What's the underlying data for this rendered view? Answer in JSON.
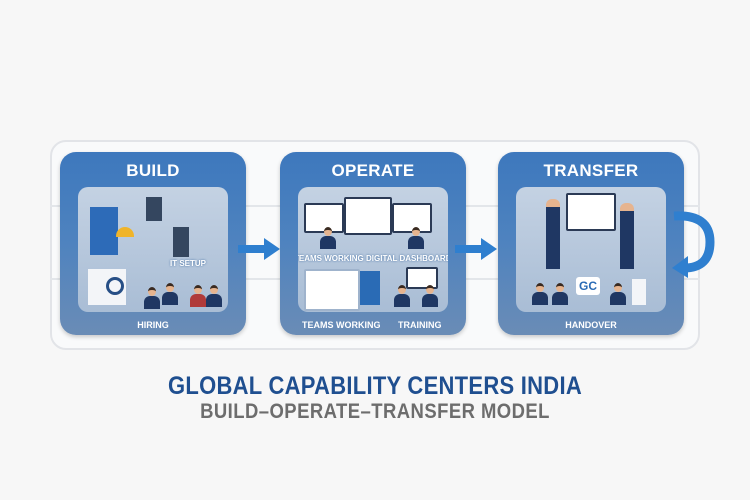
{
  "stages": [
    {
      "title": "BUILD",
      "sub_labels": [
        "IT SETUP"
      ],
      "bottom_labels": [
        "HIRING"
      ]
    },
    {
      "title": "OPERATE",
      "sub_labels": [
        "TEAMS WORKING DIGITAL DASHBOARDS"
      ],
      "bottom_labels": [
        "TEAMS WORKING",
        "TRAINING"
      ]
    },
    {
      "title": "TRANSFER",
      "sub_labels": [],
      "bottom_labels": [
        "HANDOVER"
      ]
    }
  ],
  "logo_text": "GC",
  "heading": {
    "title": "GLOBAL CAPABILITY CENTERS INDIA",
    "subtitle": "BUILD–OPERATE–TRANSFER MODEL"
  },
  "colors": {
    "panel": "#4a80bf",
    "arrow": "#2f7fcf",
    "title": "#1f4f90",
    "subtitle": "#6d6d6d"
  }
}
